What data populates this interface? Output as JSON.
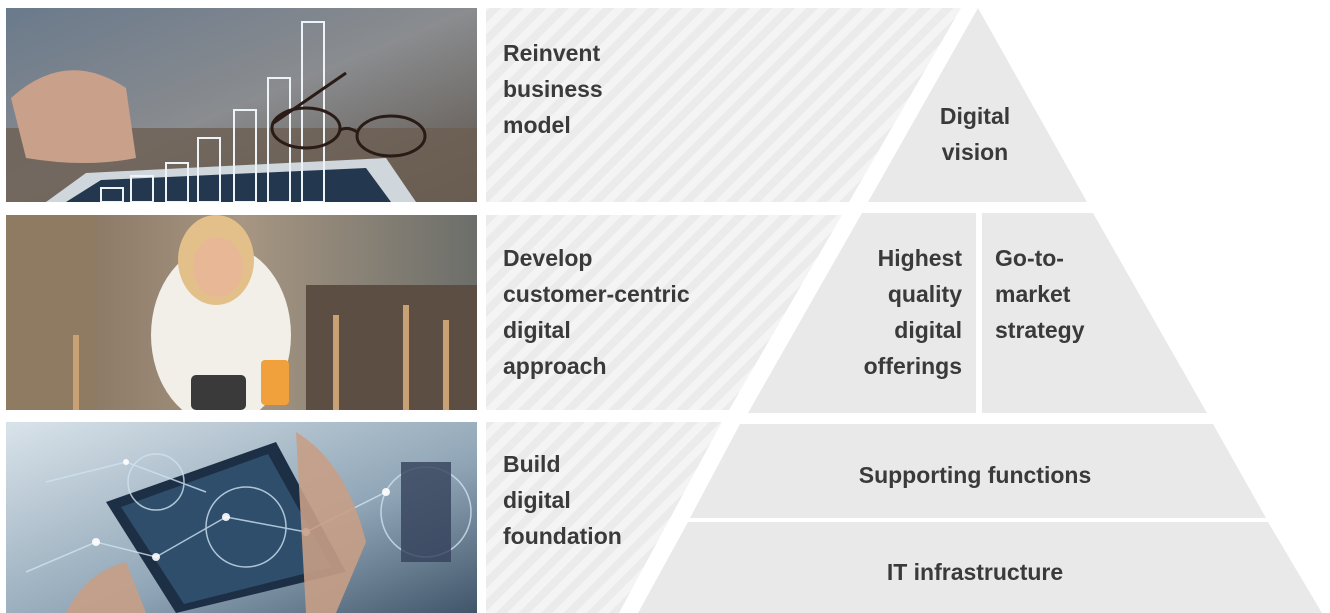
{
  "rows": [
    {
      "label": "Reinvent\nbusiness\nmodel",
      "photo": "tablet-growth-chart-photo"
    },
    {
      "label": "Develop\ncustomer-centric\ndigital\napproach",
      "photo": "customer-mobile-payment-photo"
    },
    {
      "label": "Build\ndigital\nfoundation",
      "photo": "digital-tablet-network-photo"
    }
  ],
  "pyramid": {
    "top": "Digital\nvision",
    "middle_left": "Highest\nquality\ndigital\nofferings",
    "middle_right": "Go-to-\nmarket\nstrategy",
    "base_upper": "Supporting functions",
    "base_lower": "IT infrastructure"
  },
  "colors": {
    "pyramid_fill": "#e9e9e9",
    "stripe_bg": "#f4f4f4",
    "stripe_line": "#e8e8e8",
    "text": "#3a3a3a"
  }
}
